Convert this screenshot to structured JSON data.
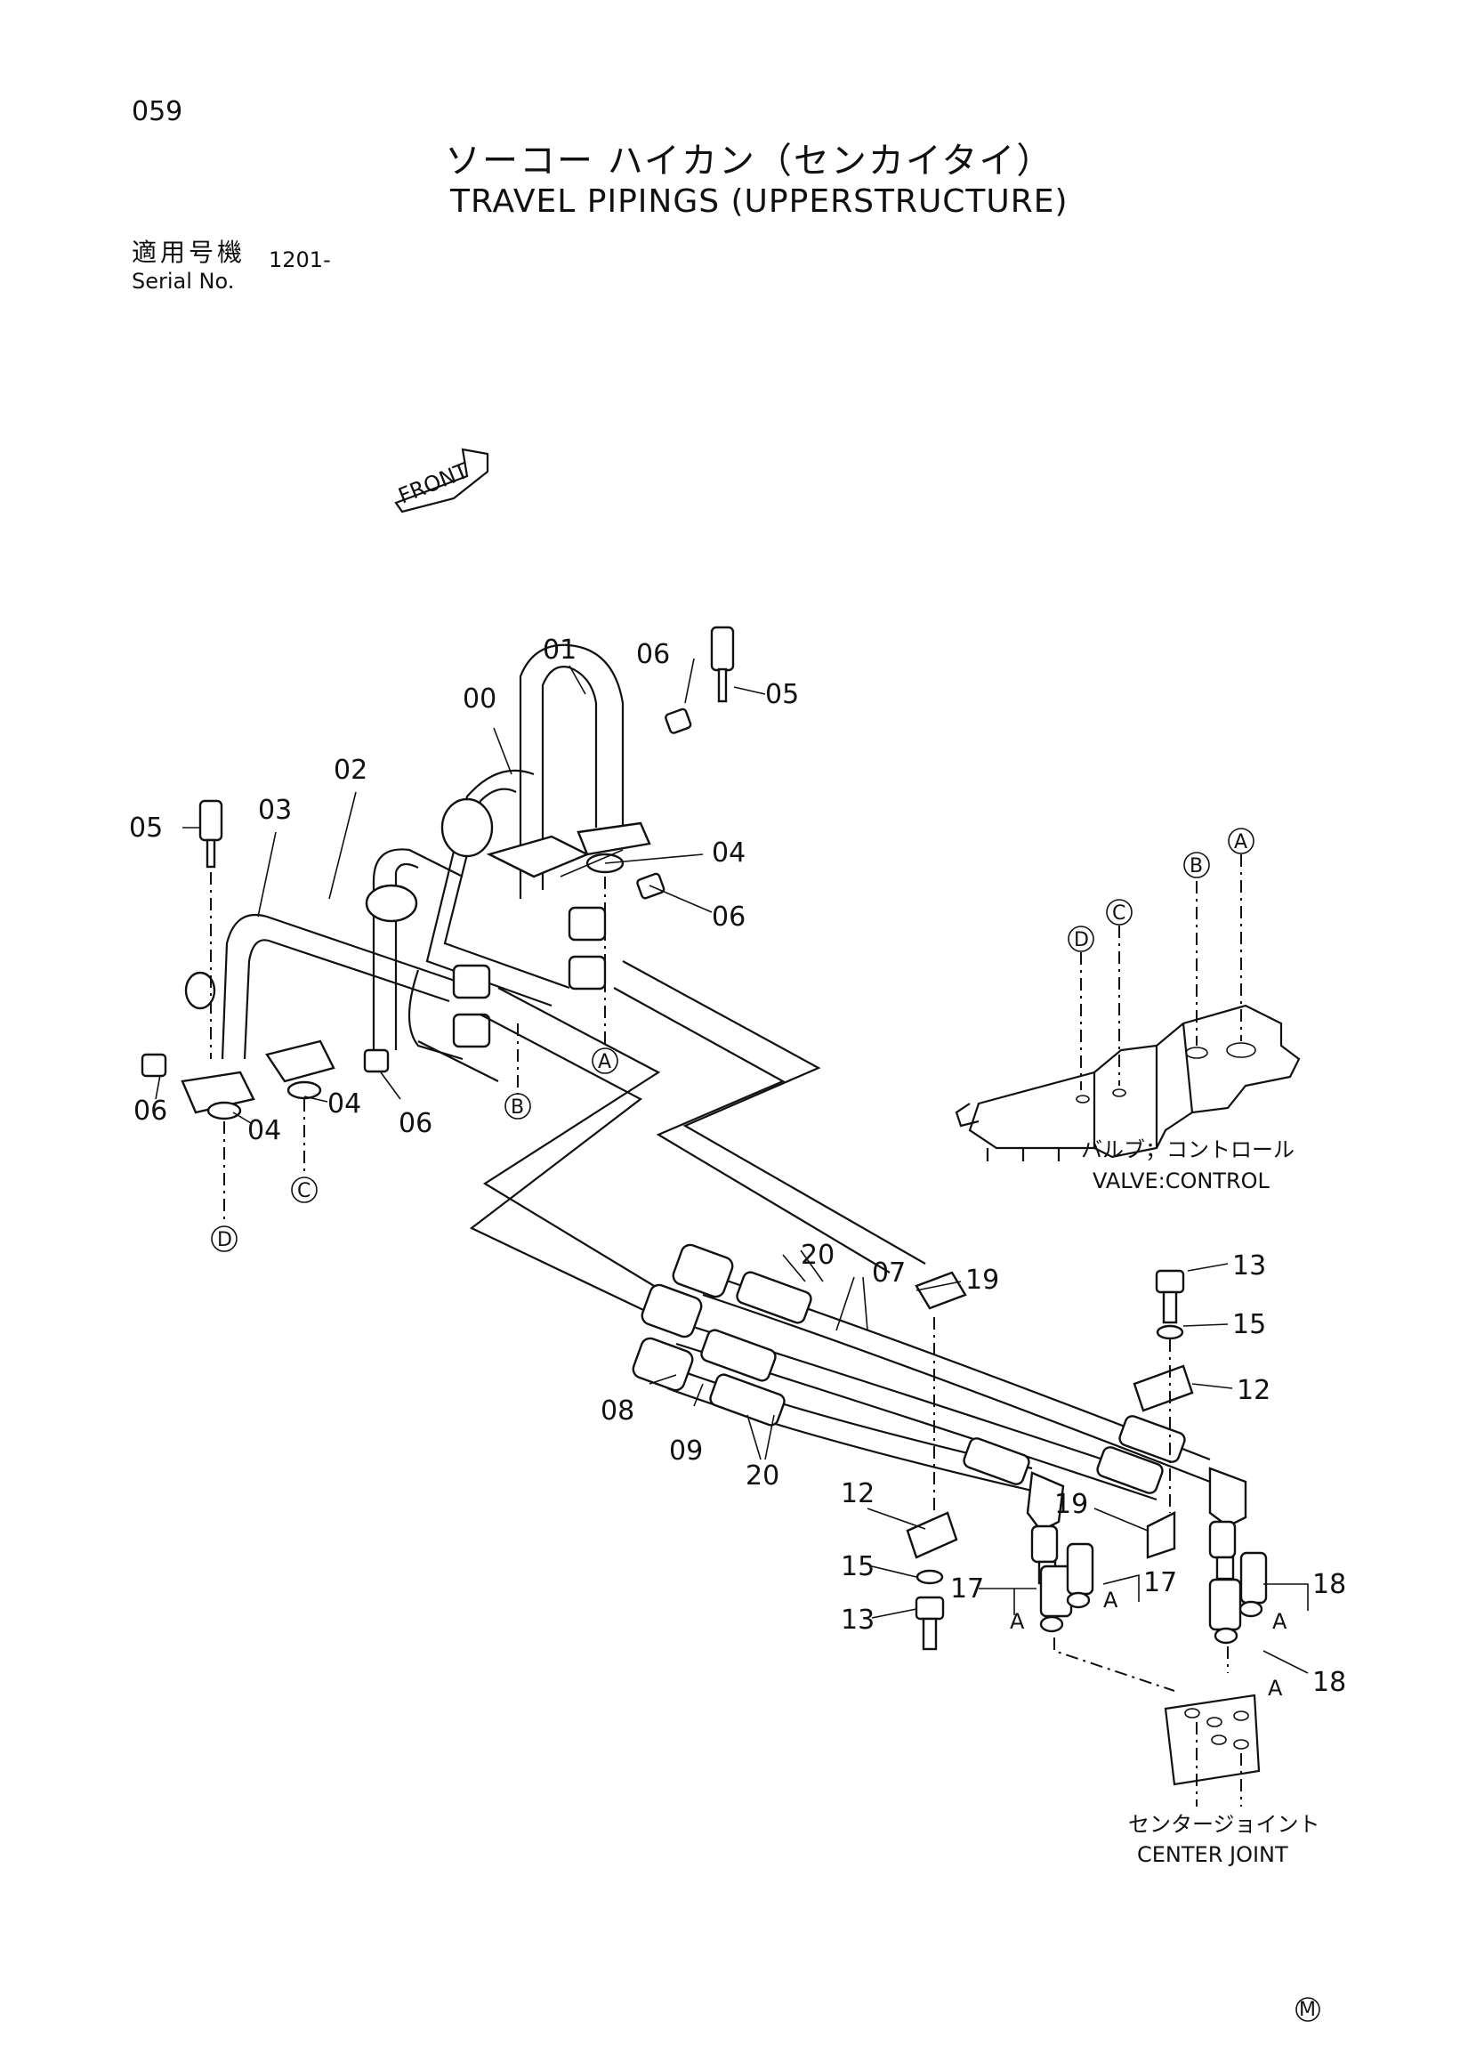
{
  "header": {
    "page_number": "059",
    "title_jp": "ソーコー ハイカン（センカイタイ）",
    "title_en": "TRAVEL PIPINGS (UPPERSTRUCTURE)",
    "serial_label_jp": "適用号機",
    "serial_label_en": "Serial No.",
    "serial_value": "1201-"
  },
  "front_marker": "FRONT",
  "parts": {
    "p00": "00",
    "p01": "01",
    "p02": "02",
    "p03": "03",
    "p04": "04",
    "p05": "05",
    "p06": "06",
    "p07": "07",
    "p08": "08",
    "p09": "09",
    "p12": "12",
    "p13": "13",
    "p15": "15",
    "p17": "17",
    "p18": "18",
    "p19": "19",
    "p20": "20"
  },
  "ports": {
    "a": "A",
    "b": "B",
    "c": "C",
    "d": "D"
  },
  "port_flag": "A",
  "components": {
    "valve_jp": "バルブ；コントロール",
    "valve_en": "VALVE:CONTROL",
    "joint_jp": "センタージョイント",
    "joint_en": "CENTER JOINT"
  },
  "footer_mark": "M"
}
